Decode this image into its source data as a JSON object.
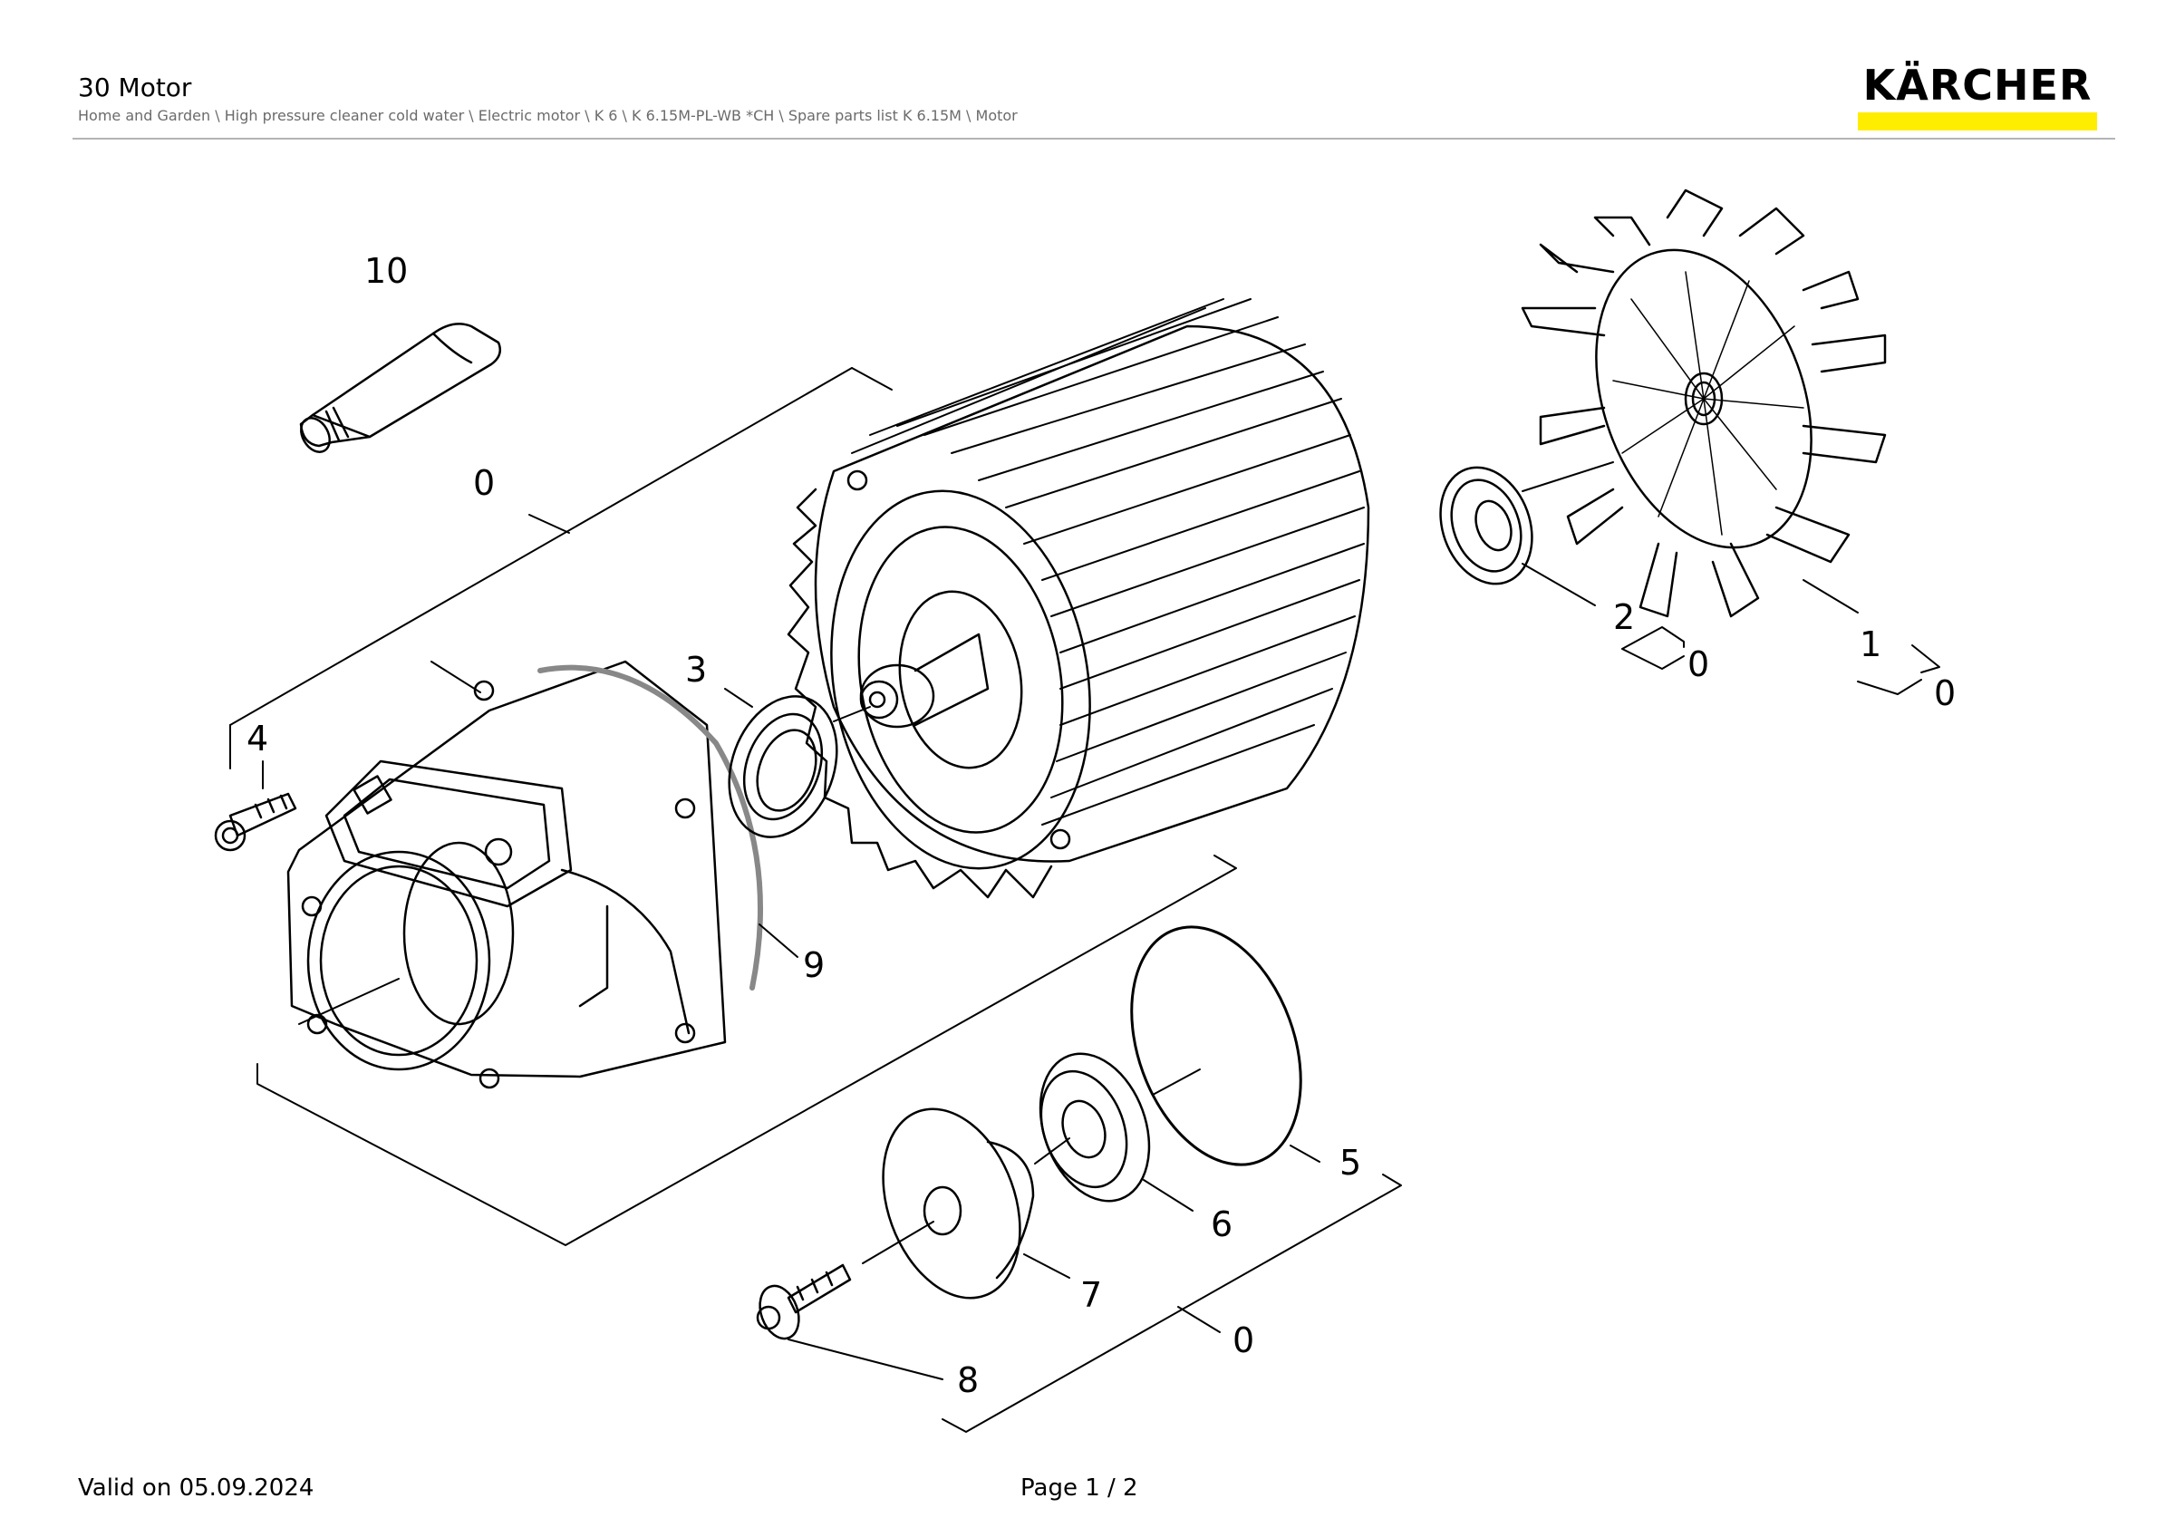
{
  "header": {
    "title": "30 Motor",
    "breadcrumb": "Home and Garden \\ High pressure cleaner cold water \\ Electric motor \\ K 6 \\ K 6.15M-PL-WB *CH \\ Spare parts list K 6.15M \\ Motor"
  },
  "brand": {
    "name": "KÄRCHER",
    "bar_color": "#ffed00"
  },
  "diagram": {
    "labels": {
      "p10": "10",
      "p0_top": "0",
      "p4": "4",
      "p3": "3",
      "p9": "9",
      "p2": "2",
      "p2_group": "0",
      "p1": "1",
      "p1_group": "0",
      "p5": "5",
      "p6": "6",
      "p7": "7",
      "p8": "8",
      "p0_bottom": "0"
    }
  },
  "footer": {
    "valid": "Valid on 05.09.2024",
    "page": "Page 1 / 2"
  }
}
